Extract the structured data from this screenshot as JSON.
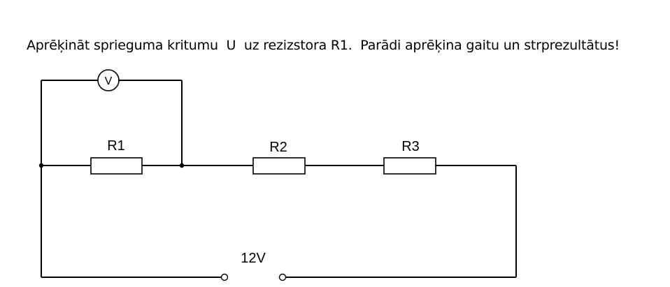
{
  "task": {
    "text": "Aprēķināt sprieguma kritumu  U  uz rezizstora R1.  Parādi aprēķina gaitu un strprezultātus!"
  },
  "circuit": {
    "resistors": [
      {
        "label": "R1"
      },
      {
        "label": "R2"
      },
      {
        "label": "R3"
      }
    ],
    "voltmeter": {
      "symbol": "V"
    },
    "source": {
      "label": "12V"
    }
  }
}
